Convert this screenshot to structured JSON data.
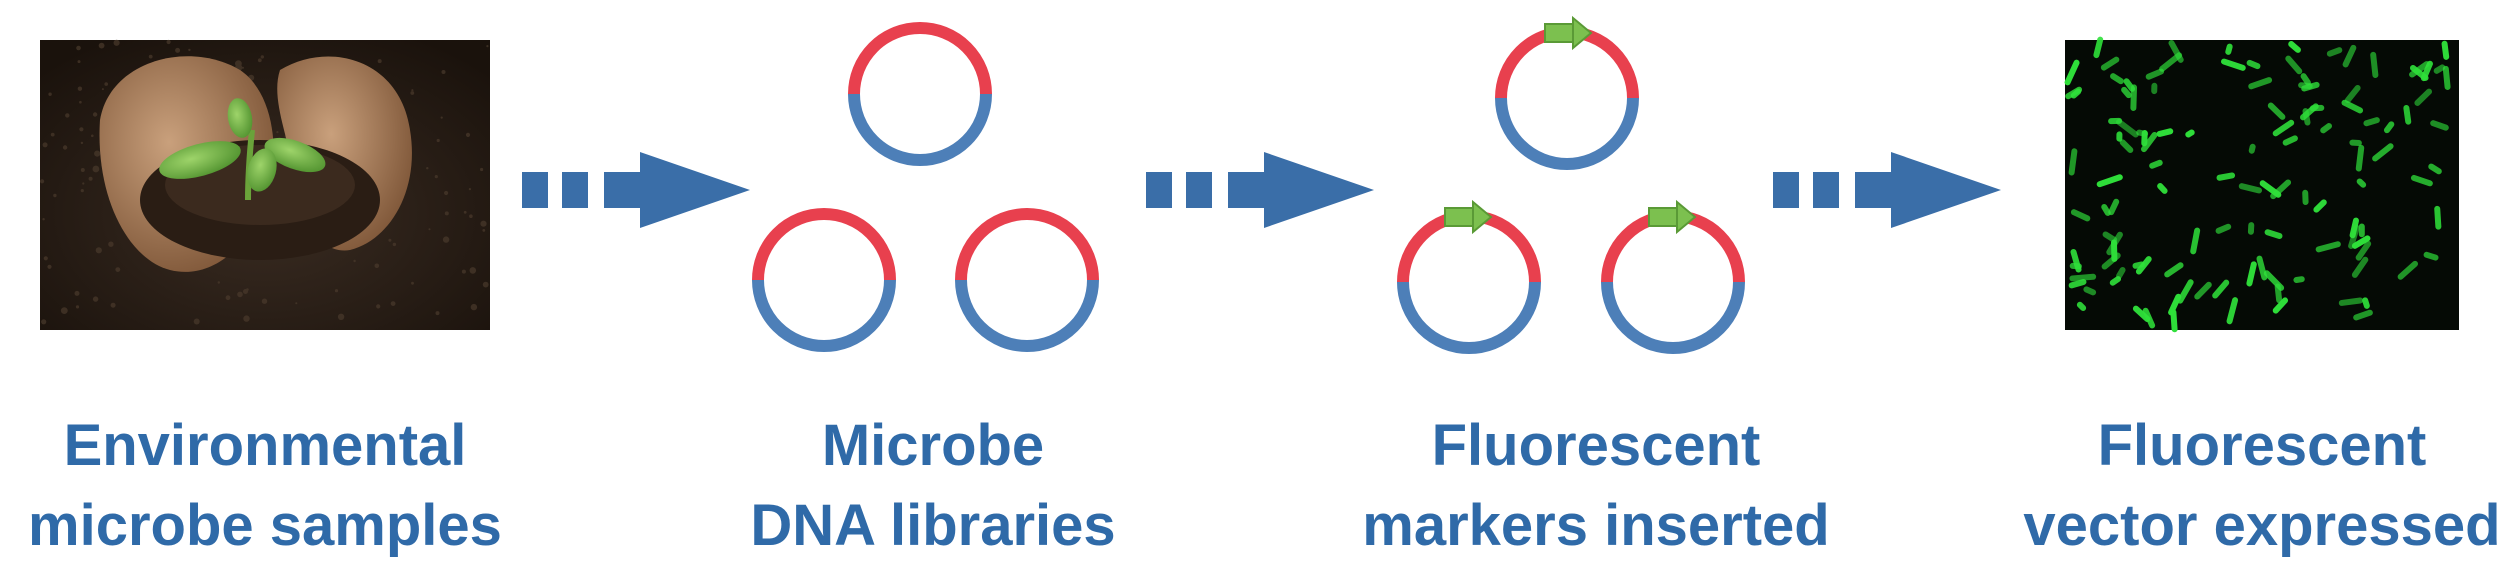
{
  "steps": [
    {
      "line1": "Environmental",
      "line2": "microbe samples",
      "image": "soil-seedling-photo"
    },
    {
      "line1": "Microbe",
      "line2": "DNA libraries",
      "image": "plasmid-cluster"
    },
    {
      "line1": "Fluorescent",
      "line2": "markers inserted",
      "image": "plasmid-cluster-with-markers"
    },
    {
      "line1": "Fluorescent",
      "line2": "vector expressed",
      "image": "fluorescent-bacteria-micrograph"
    }
  ],
  "colors": {
    "label_text": "#2f6aa8",
    "plasmid_top": "#e8404e",
    "plasmid_bottom": "#4d7fb8",
    "marker": "#7cc04f",
    "arrow": "#3a6ea8",
    "micrograph_background": "#050a05",
    "micrograph_cells": "#2fe03a"
  },
  "icons": [
    "dashed-arrow-icon",
    "plasmid-icon",
    "marker-arrow-icon"
  ]
}
